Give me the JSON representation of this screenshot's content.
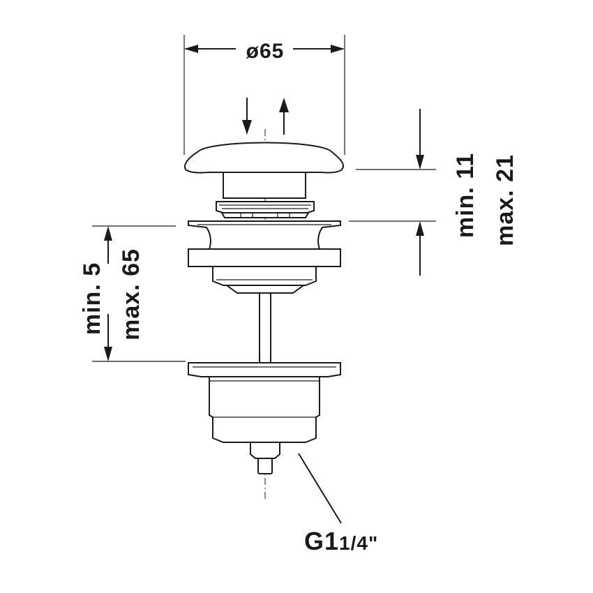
{
  "dimensions": {
    "top_diameter": "ø65",
    "cap_travel_min": "min. 11",
    "cap_travel_max": "max. 21",
    "basin_thickness_min": "min. 5",
    "basin_thickness_max": "max. 65"
  },
  "thread": {
    "main": "G1",
    "fraction": "1/4\""
  },
  "icons": {
    "press_down": "arrow-down-icon",
    "lift_up": "arrow-up-icon"
  }
}
